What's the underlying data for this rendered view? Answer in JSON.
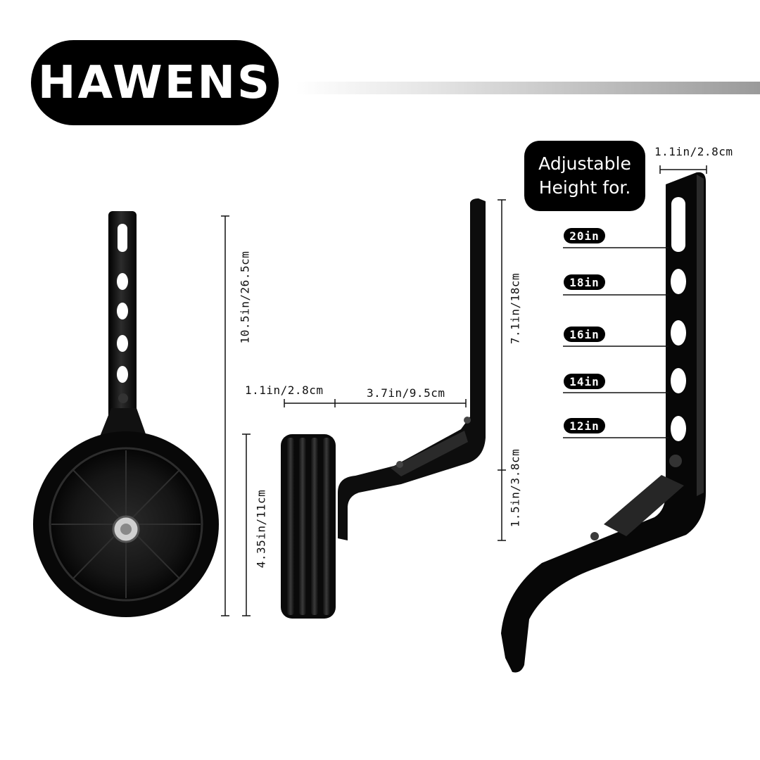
{
  "brand": {
    "name": "HAWENS"
  },
  "side_view": {
    "total_height": "10.5in/26.5cm",
    "wheel_diameter": "4.35in/11cm"
  },
  "front_view": {
    "wheel_width": "1.1in/2.8cm",
    "arm_offset": "3.7in/9.5cm",
    "upper_height": "7.1in/18cm",
    "lower_height": "1.5in/3.8cm"
  },
  "bracket_view": {
    "bracket_width": "1.1in/2.8cm",
    "adjustable_line1": "Adjustable",
    "adjustable_line2": "Height for.",
    "sizes": [
      "20in",
      "18in",
      "16in",
      "14in",
      "12in"
    ]
  },
  "colors": {
    "brand_bg": "#000000",
    "text_on_dark": "#ffffff",
    "product": "#0b0b0b"
  }
}
